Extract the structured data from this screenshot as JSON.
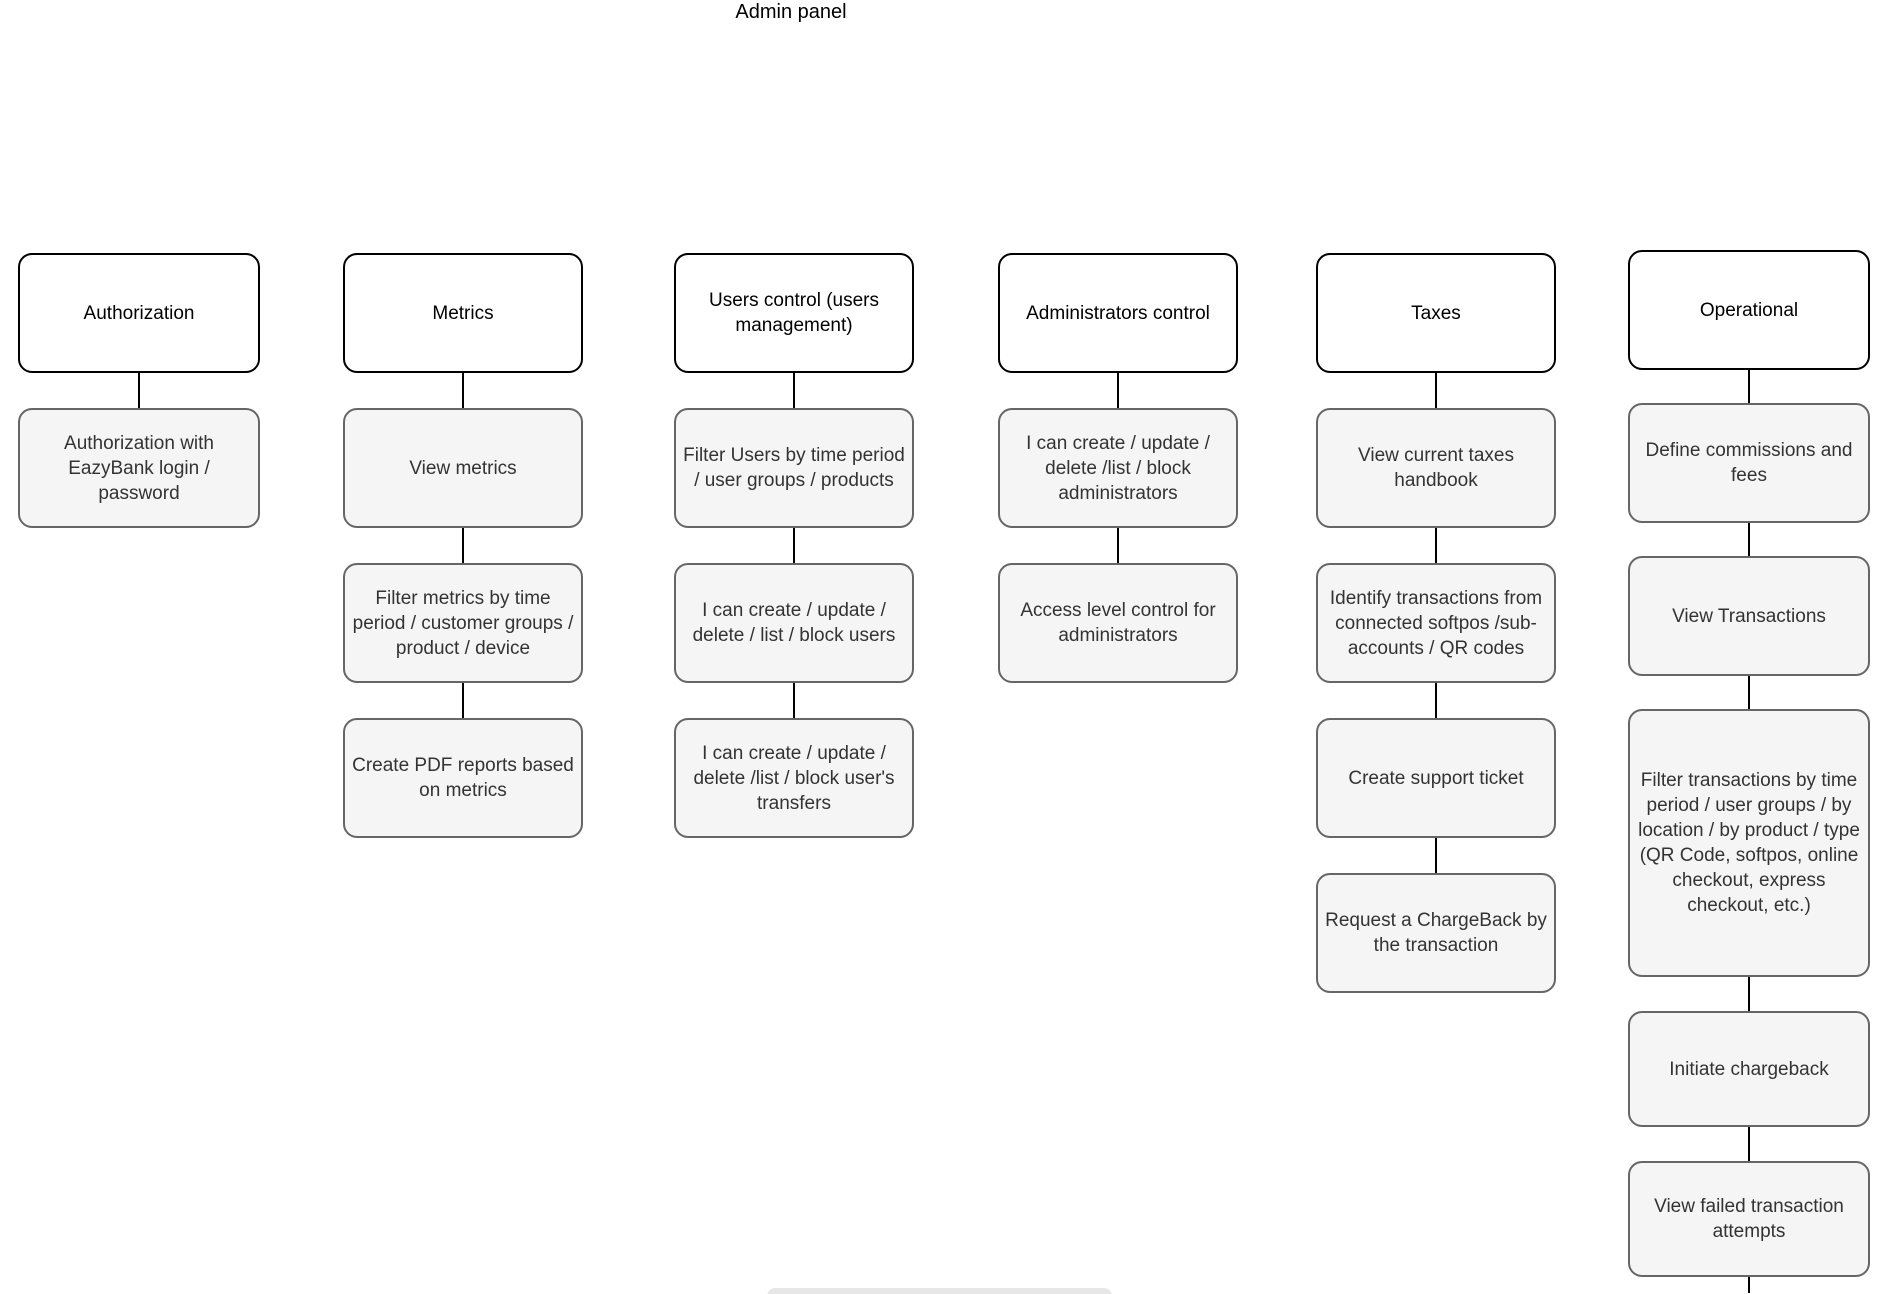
{
  "title": "Admin panel",
  "colors": {
    "header_box_bg": "#ffffff",
    "header_box_border": "#000000",
    "child_box_bg": "#f5f5f5",
    "child_box_border": "#666666",
    "child_text": "#333333",
    "connector": "#000000"
  },
  "columns": [
    {
      "header": "Authorization",
      "children": [
        "Authorization with EazyBank login / password"
      ]
    },
    {
      "header": "Metrics",
      "children": [
        "View metrics",
        "Filter metrics by time period / customer groups / product / device",
        "Create PDF reports based on metrics"
      ]
    },
    {
      "header": "Users control (users management)",
      "children": [
        "Filter Users by time period / user groups / products",
        "I can create / update / delete / list / block users",
        "I can create / update / delete /list / block user's transfers"
      ]
    },
    {
      "header": "Administrators control",
      "children": [
        "I can create / update / delete /list / block administrators",
        "Access level control for administrators"
      ]
    },
    {
      "header": "Taxes",
      "children": [
        "View current taxes handbook",
        "Identify transactions from connected softpos /sub-accounts / QR codes",
        "Create support ticket",
        "Request a ChargeBack by the transaction"
      ]
    },
    {
      "header": "Operational",
      "children": [
        "Define commissions and fees",
        "View Transactions",
        "Filter transactions by time period / user groups / by location / by product / type (QR Code, softpos, online checkout, express checkout, etc.)",
        "Initiate chargeback",
        "View failed transaction attempts"
      ]
    }
  ]
}
